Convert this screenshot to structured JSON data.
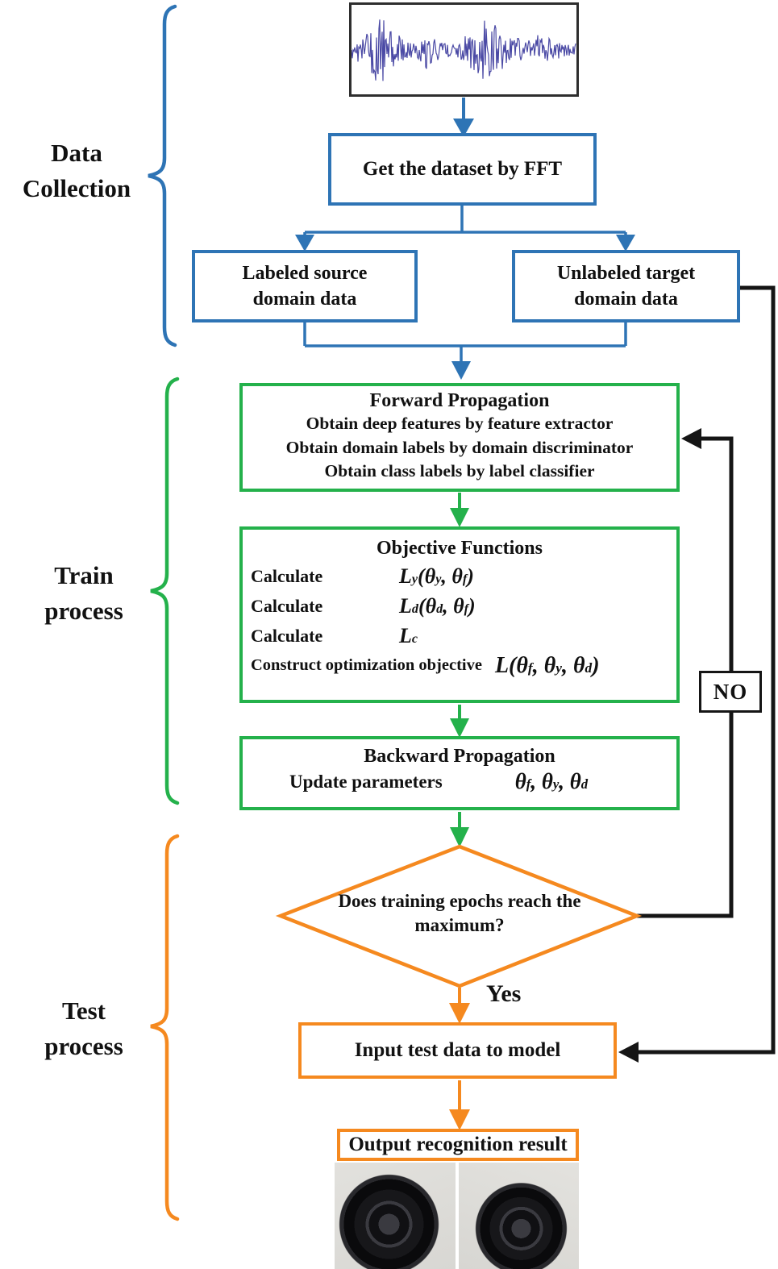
{
  "diagram": {
    "title_hint": "Domain-adaptation fault-diagnosis flowchart",
    "colors": {
      "blue": "#2e74b5",
      "green": "#24b14b",
      "orange": "#f5891f",
      "black": "#151515",
      "signal": "#4b4aa5"
    },
    "sections": [
      {
        "id": "data-collection",
        "label": "Data\nCollection"
      },
      {
        "id": "train-process",
        "label": "Train\nprocess"
      },
      {
        "id": "test-process",
        "label": "Test\nprocess"
      }
    ],
    "nodes": {
      "signal": {
        "name": "vibration-signal-image"
      },
      "fft": {
        "label": "Get the dataset by FFT"
      },
      "source": {
        "label": "Labeled source\ndomain data"
      },
      "target": {
        "label": "Unlabeled target\ndomain data"
      },
      "forward": {
        "title": "Forward Propagation",
        "lines": [
          "Obtain deep features by feature extractor",
          "Obtain domain labels by domain discriminator",
          "Obtain class labels by label classifier"
        ]
      },
      "objective": {
        "title": "Objective Functions",
        "rows": [
          {
            "label": "Calculate",
            "formula": "L_y(θ_y, θ_f)"
          },
          {
            "label": "Calculate",
            "formula": "L_d(θ_d, θ_f)"
          },
          {
            "label": "Calculate",
            "formula": "L_c"
          },
          {
            "label": "Construct optimization objective",
            "formula": "L(θ_f, θ_y, θ_d)"
          }
        ]
      },
      "backward": {
        "title": "Backward Propagation",
        "label": "Update parameters",
        "formula": "θ_f, θ_y, θ_d"
      },
      "decision": {
        "label": "Does training epochs reach the\nmaximum?"
      },
      "input_test": {
        "label": "Input test data to model"
      },
      "output": {
        "label": "Output recognition result"
      }
    },
    "edges": {
      "yes_label": "Yes",
      "no_label": "NO"
    }
  }
}
